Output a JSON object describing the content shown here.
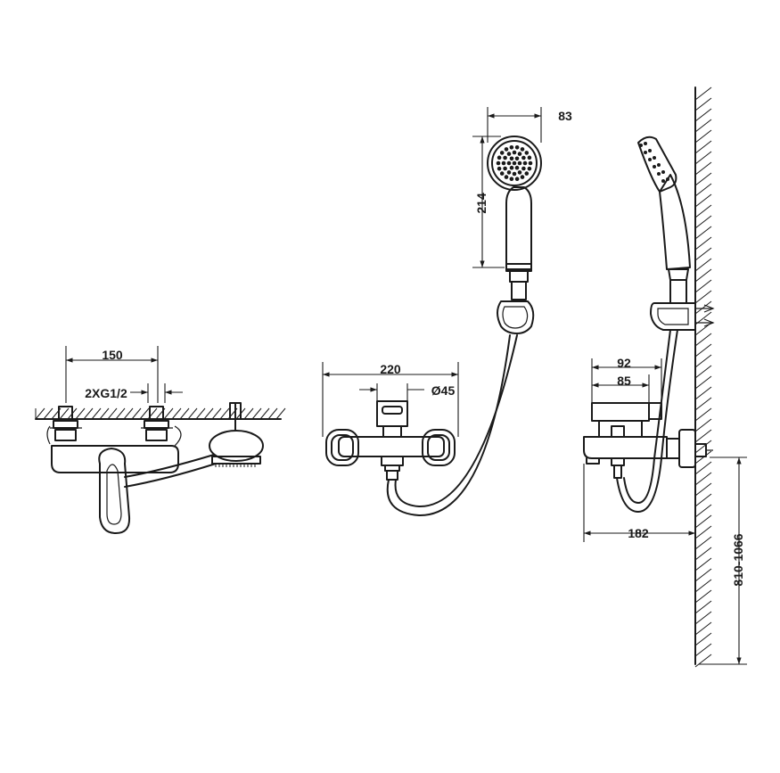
{
  "dimensions": {
    "top_width": "150",
    "thread": "2XG1/2",
    "body_width": "220",
    "outlet_diameter": "Ø45",
    "head_width": "83",
    "shower_length": "214",
    "depth_outer": "92",
    "depth_inner": "85",
    "projection": "182",
    "mounting_height": "810-1066"
  },
  "colors": {
    "line": "#1a1a1a",
    "background": "#ffffff"
  }
}
